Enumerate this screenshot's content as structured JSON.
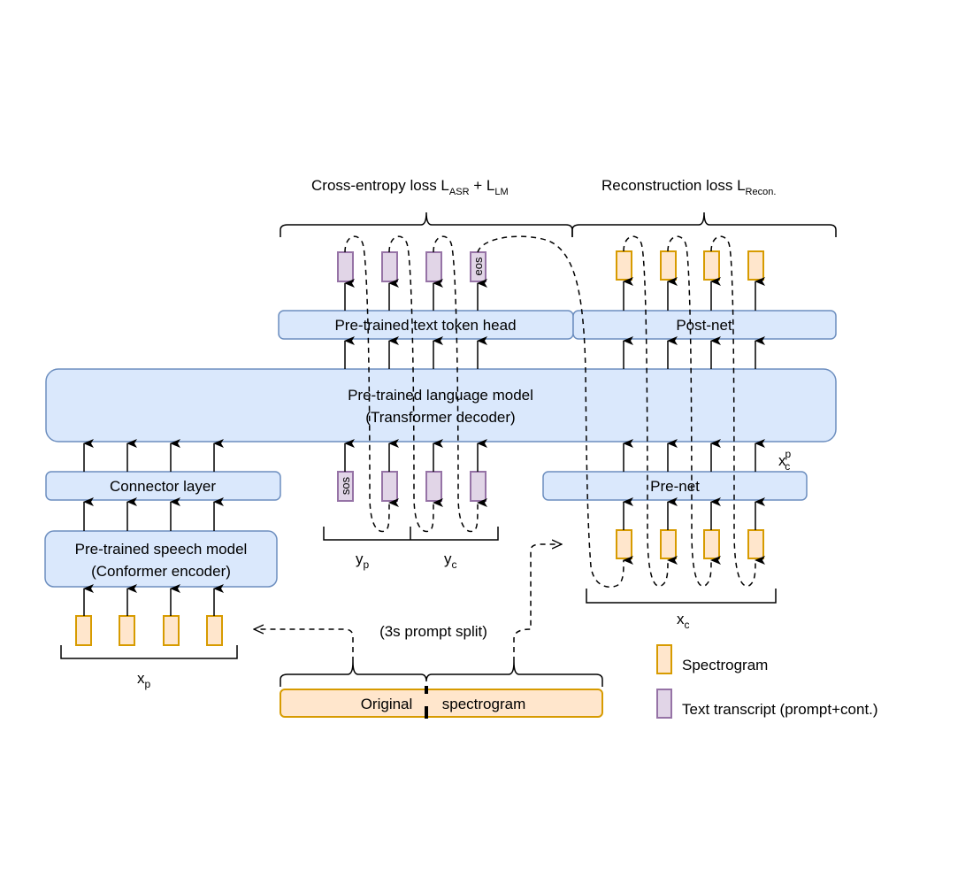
{
  "loss_labels": {
    "cross_entropy": {
      "main": "Cross-entropy loss L",
      "sub1": "ASR",
      "plus": " + L",
      "sub2": "LM"
    },
    "reconstruction": {
      "main": "Reconstruction loss L",
      "sub": "Recon."
    }
  },
  "blocks": {
    "text_token_head": "Pre-trained text token head",
    "post_net": "Post-net",
    "language_model_line1": "Pre-trained language model",
    "language_model_line2": "(Transformer decoder)",
    "connector": "Connector layer",
    "speech_model_line1": "Pre-trained speech model",
    "speech_model_line2": "(Conformer encoder)",
    "pre_net": "Pre-net",
    "original_spectrogram_left": "Original",
    "original_spectrogram_right": "spectrogram"
  },
  "tokens": {
    "sos": "sos",
    "eos": "eos"
  },
  "variables": {
    "xp": {
      "base": "x",
      "sub": "p"
    },
    "yp": {
      "base": "y",
      "sub": "p"
    },
    "yc": {
      "base": "y",
      "sub": "c"
    },
    "xc": {
      "base": "x",
      "sub": "c"
    },
    "xcp": {
      "base": "x",
      "sub": "c",
      "sup": "p"
    }
  },
  "split_label": "(3s prompt split)",
  "legend": {
    "items": [
      {
        "label": "Spectrogram",
        "kind": "spectrogram",
        "fill": "#ffe6cc",
        "stroke": "#d79b00"
      },
      {
        "label": "Text transcript (prompt+cont.)",
        "kind": "text",
        "fill": "#e1d5e7",
        "stroke": "#9673a6"
      }
    ]
  },
  "colors": {
    "block_fill": "#dae8fc",
    "block_stroke": "#6c8ebf",
    "spectrogram_fill": "#ffe6cc",
    "spectrogram_stroke": "#d79b00",
    "text_fill": "#e1d5e7",
    "text_stroke": "#9673a6"
  }
}
